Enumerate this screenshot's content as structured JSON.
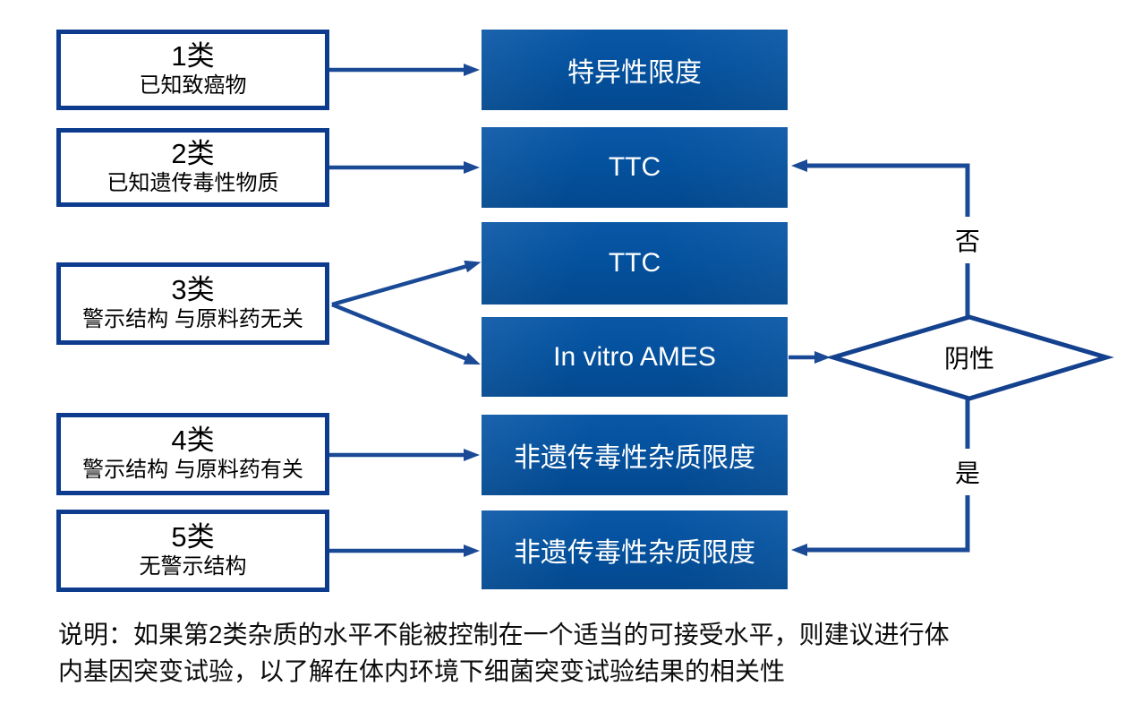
{
  "colors": {
    "box_border": "#0d3c8e",
    "connector_line": "#1a4a96",
    "middle_box_fill": "#04519e",
    "middle_box_text": "#ffffff",
    "text": "#000000",
    "background": "#ffffff"
  },
  "left_boxes": [
    {
      "title": "1类",
      "subtitle": "已知致癌物"
    },
    {
      "title": "2类",
      "subtitle": "已知遗传毒性物质"
    },
    {
      "title": "3类",
      "subtitle": "警示结构 与原料药无关"
    },
    {
      "title": "4类",
      "subtitle": "警示结构 与原料药有关"
    },
    {
      "title": "5类",
      "subtitle": "无警示结构"
    }
  ],
  "middle_boxes": [
    {
      "label": "特异性限度"
    },
    {
      "label": "TTC"
    },
    {
      "label": "TTC"
    },
    {
      "label": "In vitro AMES"
    },
    {
      "label": "非遗传毒性杂质限度"
    },
    {
      "label": "非遗传毒性杂质限度"
    }
  ],
  "decision": {
    "label": "阴性",
    "no_label": "否",
    "yes_label": "是"
  },
  "note": {
    "lines": [
      "说明：如果第2类杂质的水平不能被控制在一个适当的可接受水平，则建议进行体",
      "内基因突变试验，以了解在体内环境下细菌突变试验结果的相关性"
    ]
  }
}
